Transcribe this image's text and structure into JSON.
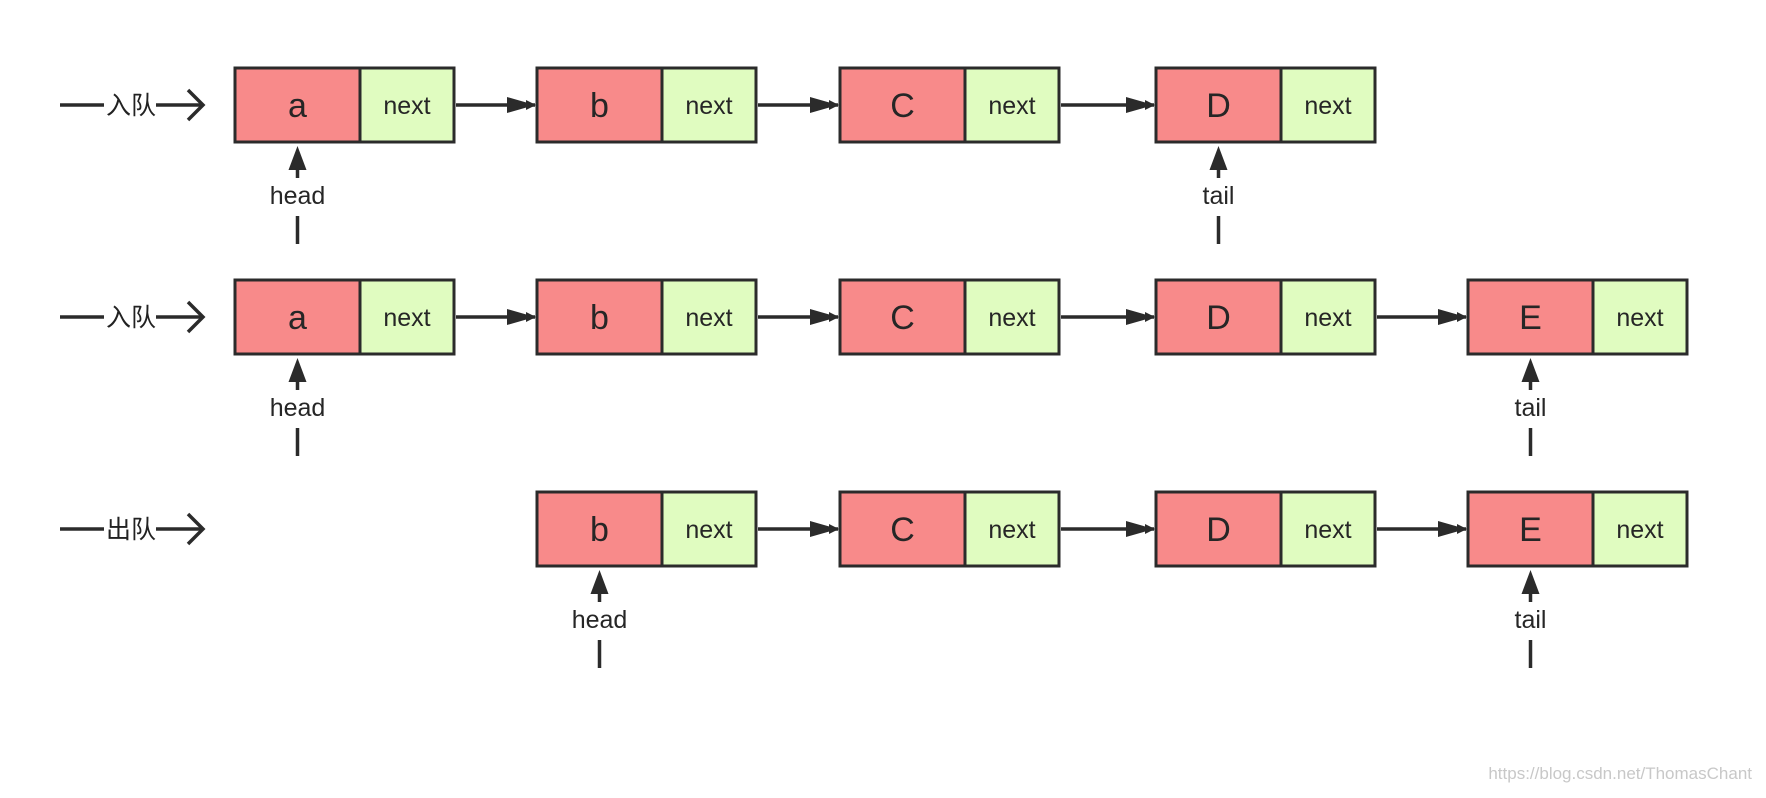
{
  "colors": {
    "value_cell": "#f88a8a",
    "next_cell": "#e0fcc0",
    "stroke": "#2b2b2b"
  },
  "rows": [
    {
      "label": "入队",
      "nodes": [
        {
          "value": "a",
          "next": "next"
        },
        {
          "value": "b",
          "next": "next"
        },
        {
          "value": "C",
          "next": "next"
        },
        {
          "value": "D",
          "next": "next"
        }
      ],
      "pointers": [
        {
          "label": "head",
          "node": 0
        },
        {
          "label": "tail",
          "node": 3
        }
      ]
    },
    {
      "label": "入队",
      "nodes": [
        {
          "value": "a",
          "next": "next"
        },
        {
          "value": "b",
          "next": "next"
        },
        {
          "value": "C",
          "next": "next"
        },
        {
          "value": "D",
          "next": "next"
        },
        {
          "value": "E",
          "next": "next"
        }
      ],
      "pointers": [
        {
          "label": "head",
          "node": 0
        },
        {
          "label": "tail",
          "node": 4
        }
      ]
    },
    {
      "label": "出队",
      "nodes": [
        {
          "value": "b",
          "next": "next"
        },
        {
          "value": "C",
          "next": "next"
        },
        {
          "value": "D",
          "next": "next"
        },
        {
          "value": "E",
          "next": "next"
        }
      ],
      "pointers": [
        {
          "label": "head",
          "node": 0
        },
        {
          "label": "tail",
          "node": 3
        }
      ]
    }
  ],
  "watermark": "https://blog.csdn.net/ThomasChant"
}
